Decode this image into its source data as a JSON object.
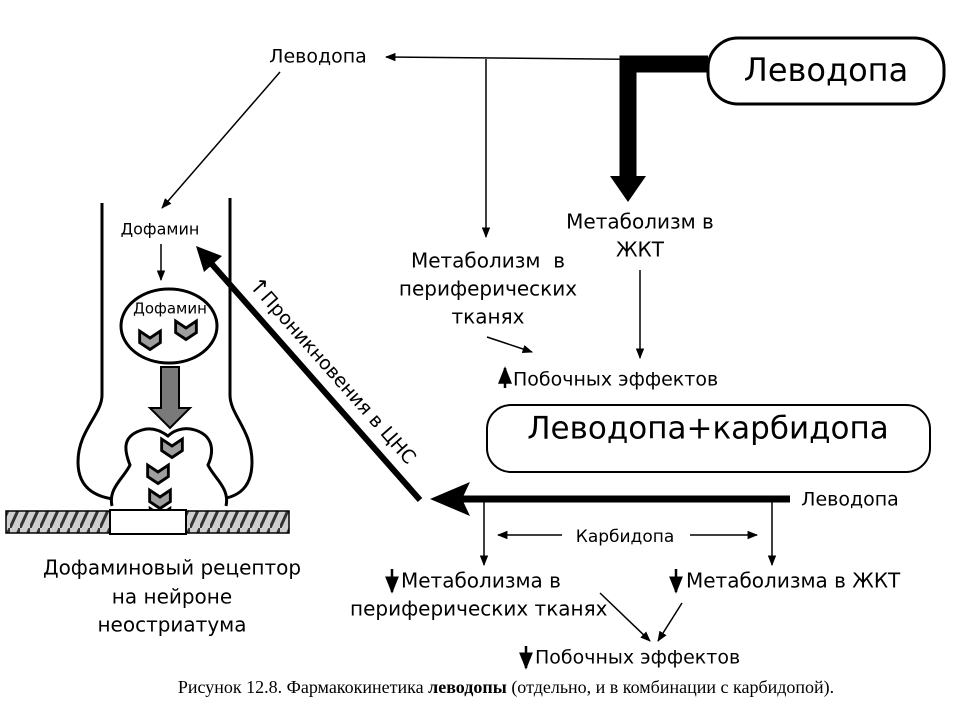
{
  "boxes": {
    "levodopa_alone": "Леводопа",
    "levodopa_carbidopa": "Леводопа+карбидопа"
  },
  "labels": {
    "levodopa_top": "Леводопа",
    "dopamine_outer": "Дофамин",
    "dopamine_vesicle": "Дофамин",
    "gi_metabolism_line1": "Метаболизм в",
    "gi_metabolism_line2": "ЖКТ",
    "periph_metabolism_line1": "Метаболизм  в",
    "periph_metabolism_line2": "периферических",
    "periph_metabolism_line3": "тканях",
    "side_effects_up": "Побочных эффектов",
    "cns_penetration": "Проникновения в ЦНС",
    "levodopa_right": "Леводопа",
    "carbidopa": "Карбидопа",
    "periph_metabolism_down_line1": "Метаболизма в",
    "periph_metabolism_down_line2": "периферических тканях",
    "gi_metabolism_down": "Метаболизма в ЖКТ",
    "side_effects_down": "Побочных эффектов",
    "receptor_line1": "Дофаминовый рецептор",
    "receptor_line2": "на нейроне",
    "receptor_line3": "неостриатума"
  },
  "caption": {
    "prefix": "Рисунок 12.8. Фармакокинетика ",
    "bold": "леводопы",
    "suffix": " (отдельно, и в комбинации с карбидопой)."
  }
}
